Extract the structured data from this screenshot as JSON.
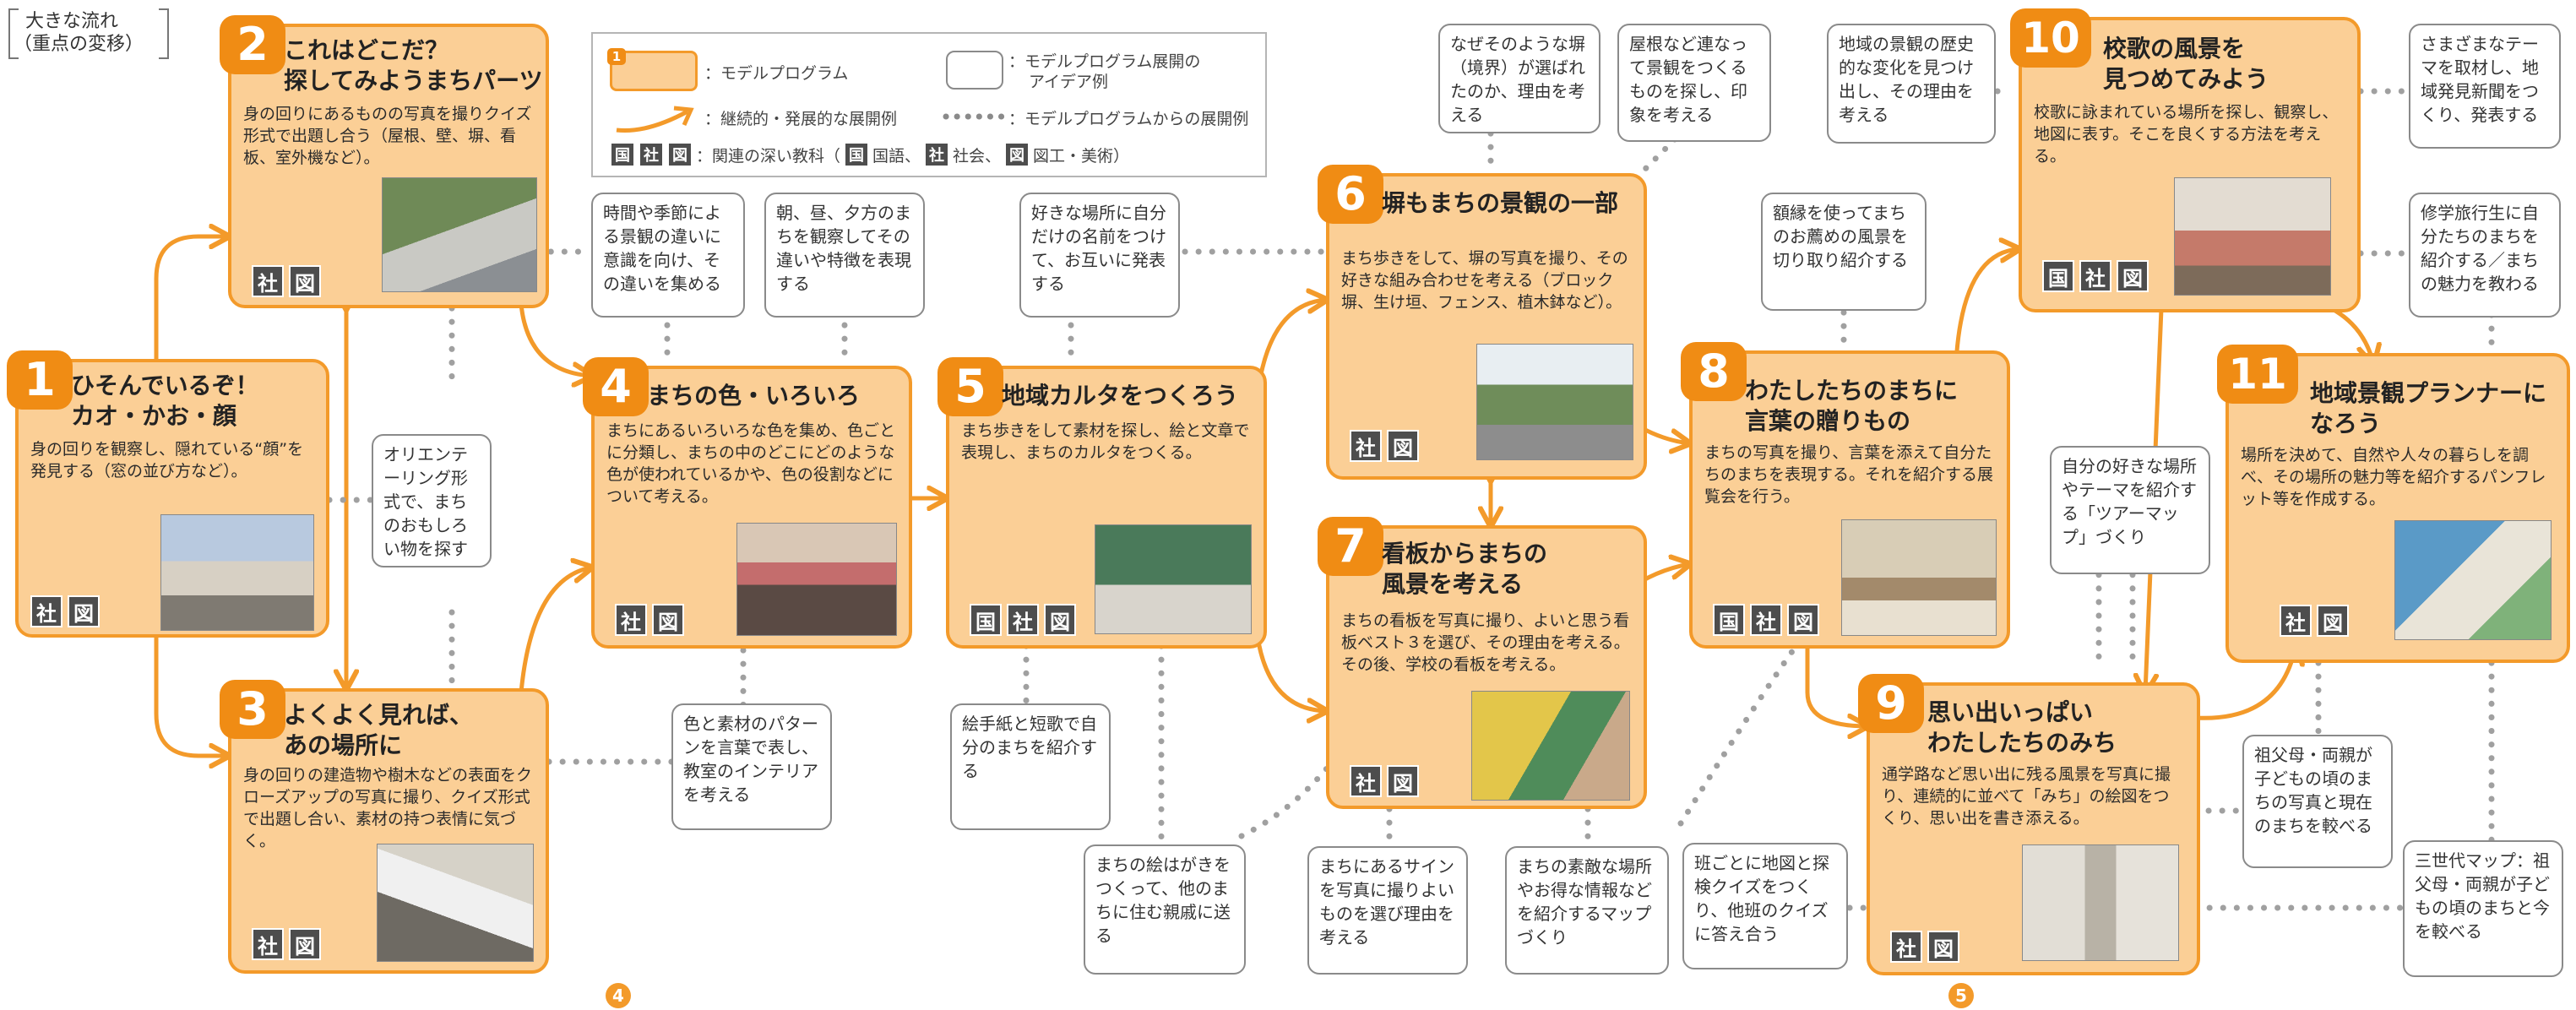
{
  "heading": {
    "line1": "大きな流れ",
    "line2": "（重点の変移）"
  },
  "legend": {
    "model_num": "1",
    "model": "：モデルプログラム",
    "expand1": "：モデルプログラム展開の",
    "expand2": "アイデア例",
    "continuous": "：継続的・発展的な展開例",
    "dotted": "：モデルプログラムからの展開例",
    "subjects_pre": "：関連の深い教科（",
    "b_koku": "国",
    "koku": "国語、",
    "b_sha": "社",
    "sha": "社会、",
    "b_zu": "図",
    "zu": "図工・美術）"
  },
  "programs": [
    {
      "num": "1",
      "title": "ひそんでいるぞ！\nカオ・かお・顔",
      "desc": "身の回りを観察し、隠れている“顔”を発見する（窓の並び方など）。",
      "badges": [
        "社",
        "図"
      ]
    },
    {
      "num": "2",
      "title": "これはどこだ？\n探してみようまちパーツ",
      "desc": "身の回りにあるものの写真を撮りクイズ形式で出題し合う（屋根、壁、塀、看板、室外機など）。",
      "badges": [
        "社",
        "図"
      ]
    },
    {
      "num": "3",
      "title": "よくよく見れば、\nあの場所に",
      "desc": "身の回りの建造物や樹木などの表面をクローズアップの写真に撮り、クイズ形式で出題し合い、素材の持つ表情に気づく。",
      "badges": [
        "社",
        "図"
      ]
    },
    {
      "num": "4",
      "title": "まちの色・いろいろ",
      "desc": "まちにあるいろいろな色を集め、色ごとに分類し、まちの中のどこにどのような色が使われているかや、色の役割などについて考える。",
      "badges": [
        "社",
        "図"
      ]
    },
    {
      "num": "5",
      "title": "地域カルタをつくろう",
      "desc": "まち歩きをして素材を探し、絵と文章で表現し、まちのカルタをつくる。",
      "badges": [
        "国",
        "社",
        "図"
      ]
    },
    {
      "num": "6",
      "title": "塀もまちの景観の一部",
      "desc": "まち歩きをして、塀の写真を撮り、その好きな組み合わせを考える（ブロック塀、生け垣、フェンス、植木鉢など）。",
      "badges": [
        "社",
        "図"
      ]
    },
    {
      "num": "7",
      "title": "看板からまちの\n風景を考える",
      "desc": "まちの看板を写真に撮り、よいと思う看板ベスト３を選び、その理由を考える。その後、学校の看板を考える。",
      "badges": [
        "社",
        "図"
      ]
    },
    {
      "num": "8",
      "title": "わたしたちのまちに\n言葉の贈りもの",
      "desc": "まちの写真を撮り、言葉を添えて自分たちのまちを表現する。それを紹介する展覧会を行う。",
      "badges": [
        "国",
        "社",
        "図"
      ]
    },
    {
      "num": "9",
      "title": "思い出いっぱい\nわたしたちのみち",
      "desc": "通学路など思い出に残る風景を写真に撮り、連続的に並べて「みち」の絵図をつくり、思い出を書き添える。",
      "badges": [
        "社",
        "図"
      ]
    },
    {
      "num": "10",
      "title": "校歌の風景を\n見つめてみよう",
      "desc": "校歌に詠まれている場所を探し、観察し、地図に表す。そこを良くする方法を考える。",
      "badges": [
        "国",
        "社",
        "図"
      ]
    },
    {
      "num": "11",
      "title": "地域景観プランナーに\nなろう",
      "desc": "場所を決めて、自然や人々の暮らしを調べ、その場所の魅力等を紹介するパンフレット等を作成する。",
      "badges": [
        "社",
        "図"
      ]
    }
  ],
  "ideas": [
    "オリエンテーリング形式で、まちのおもしろい物を探す",
    "時間や季節による景観の違いに意識を向け、その違いを集める",
    "朝、昼、夕方のまちを観察してその違いや特徴を表現する",
    "色と素材のパターンを言葉で表し、教室のインテリアを考える",
    "好きな場所に自分だけの名前をつけて、お互いに発表する",
    "絵手紙と短歌で自分のまちを紹介する",
    "まちの絵はがきをつくって、他のまちに住む親戚に送る",
    "なぜそのような塀（境界）が選ばれたのか、理由を考える",
    "屋根など連なって景観をつくるものを探し、印象を考える",
    "まちにあるサインを写真に撮りよいものを選び理由を考える",
    "まちの素敵な場所やお得な情報などを紹介するマップづくり",
    "額縁を使ってまちのお薦めの風景を切り取り紹介する",
    "地域の景観の歴史的な変化を見つけ出し、その理由を考える",
    "自分の好きな場所やテーマを紹介する「ツアーマップ」づくり",
    "班ごとに地図と探検クイズをつくり、他班のクイズに答え合う",
    "さまざまなテーマを取材し、地域発見新聞をつくり、発表する",
    "修学旅行生に自分たちのまちを紹介する／まちの魅力を教わる",
    "祖父母・両親が子どもの頃のまちの写真と現在のまちを較べる",
    "三世代マップ：祖父母・両親が子どもの頃のまちと今を較べる"
  ],
  "page_markers": [
    "4",
    "5"
  ],
  "colors": {
    "box_fill": "#fbcf96",
    "box_border": "#f39a2a",
    "number_bg": "#f08c14",
    "dots": "#a0a0a0",
    "badge": "#4d4d4d"
  }
}
